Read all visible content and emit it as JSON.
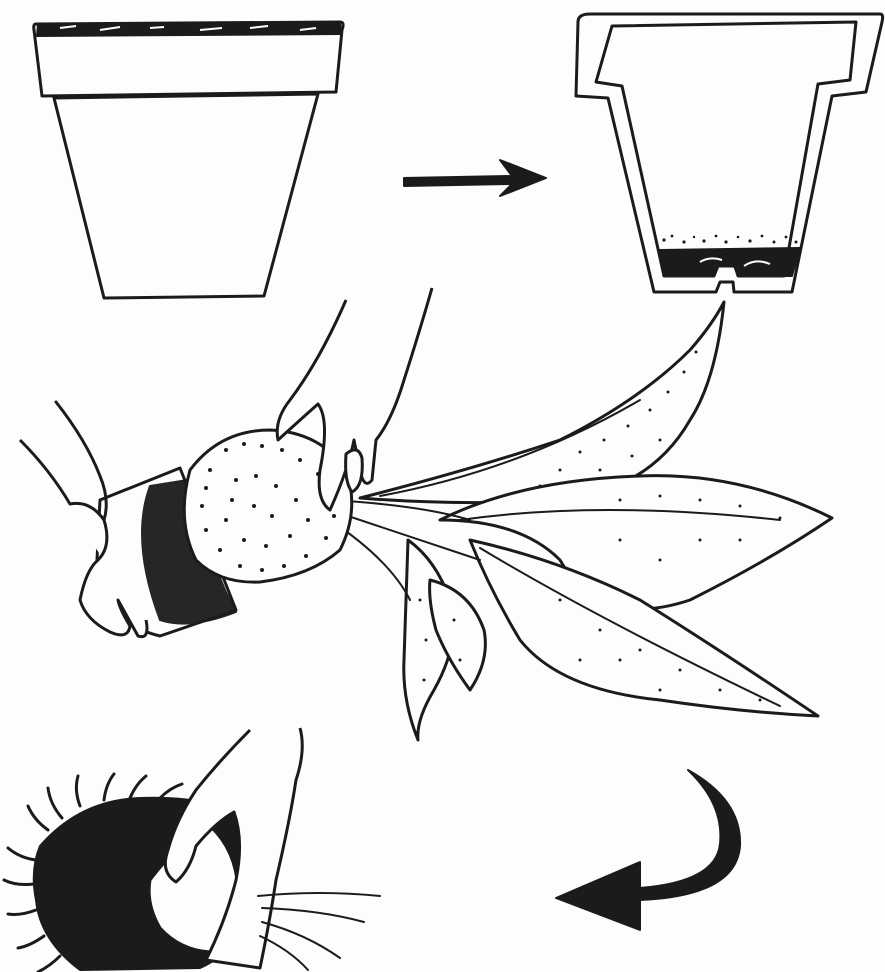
{
  "colors": {
    "ink": "#1b1b1b",
    "paper": "#fdfdfb"
  },
  "steps": [
    {
      "name": "empty-pot"
    },
    {
      "name": "pot-with-drainage-layer"
    },
    {
      "name": "remove-plant-from-old-pot"
    },
    {
      "name": "root-ball-loosened"
    }
  ],
  "arrows": [
    {
      "name": "arrow-right-icon",
      "direction": "right"
    },
    {
      "name": "arrow-curved-return-icon",
      "direction": "curved-left"
    }
  ]
}
